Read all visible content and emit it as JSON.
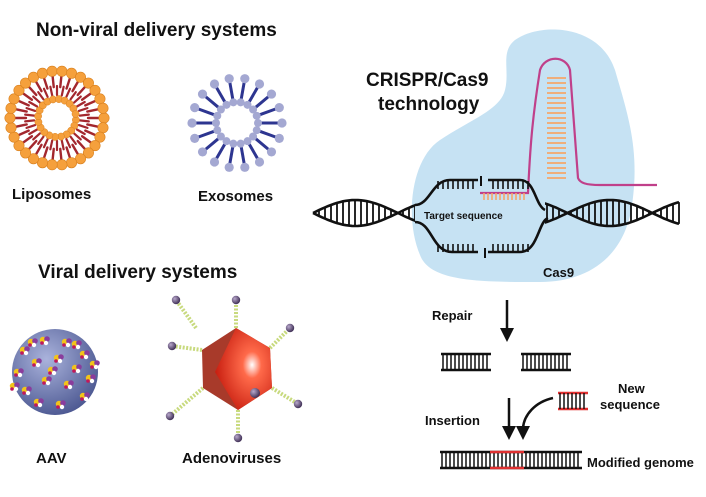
{
  "headings": {
    "non_viral": "Non-viral delivery systems",
    "viral": "Viral delivery systems",
    "crispr_line1": "CRISPR/Cas9",
    "crispr_line2": "technology"
  },
  "labels": {
    "liposomes": "Liposomes",
    "exosomes": "Exosomes",
    "aav": "AAV",
    "adenoviruses": "Adenoviruses",
    "target_sequence": "Target sequence",
    "cas9": "Cas9",
    "repair": "Repair",
    "insertion": "Insertion",
    "new_sequence_line1": "New",
    "new_sequence_line2": "sequence",
    "modified_genome": "Modified genome"
  },
  "colors": {
    "liposome_head": "#f5a03c",
    "liposome_tail": "#a3272e",
    "exosome_head": "#a4a8d2",
    "exosome_tail": "#2d3590",
    "aav_capsid": "#6e7bb0",
    "adeno_red": "#e8341c",
    "adeno_fiber": "#c8da7e",
    "cas9_blob": "#c6e2f3",
    "guide_rna": "#c0408a",
    "guide_rungs": "#f5a66a",
    "new_sequence": "#e03030"
  }
}
